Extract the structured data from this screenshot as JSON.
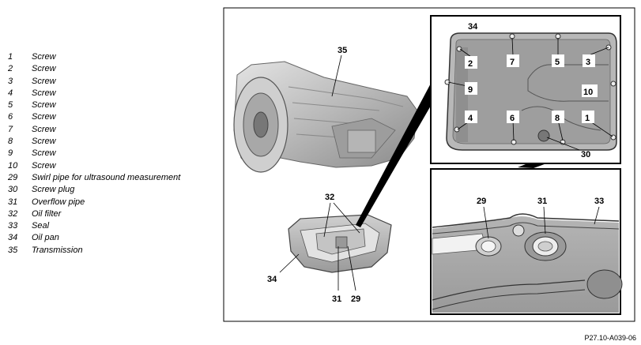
{
  "legend": [
    {
      "num": "1",
      "label": "Screw"
    },
    {
      "num": "2",
      "label": "Screw"
    },
    {
      "num": "3",
      "label": "Screw"
    },
    {
      "num": "4",
      "label": "Screw"
    },
    {
      "num": "5",
      "label": "Screw"
    },
    {
      "num": "6",
      "label": "Screw"
    },
    {
      "num": "7",
      "label": "Screw"
    },
    {
      "num": "8",
      "label": "Screw"
    },
    {
      "num": "9",
      "label": "Screw"
    },
    {
      "num": "10",
      "label": "Screw"
    },
    {
      "num": "29",
      "label": "Swirl pipe for ultrasound measurement"
    },
    {
      "num": "30",
      "label": "Screw plug"
    },
    {
      "num": "31",
      "label": "Overflow pipe"
    },
    {
      "num": "32",
      "label": "Oil filter"
    },
    {
      "num": "33",
      "label": "Seal"
    },
    {
      "num": "34",
      "label": "Oil pan"
    },
    {
      "num": "35",
      "label": "Transmission"
    }
  ],
  "callouts": {
    "main_transmission": "35",
    "main_filter": "32",
    "main_pan": "34",
    "main_overflow": "31",
    "main_swirl": "29",
    "detail_pan": "34",
    "screw_2": "2",
    "screw_7": "7",
    "screw_5": "5",
    "screw_3": "3",
    "screw_9": "9",
    "screw_10": "10",
    "screw_4": "4",
    "screw_6": "6",
    "screw_8": "8",
    "screw_1": "1",
    "plug_30": "30",
    "det2_swirl": "29",
    "det2_overflow": "31",
    "det2_seal": "33"
  },
  "figure_ref": "P27.10-A039-06"
}
